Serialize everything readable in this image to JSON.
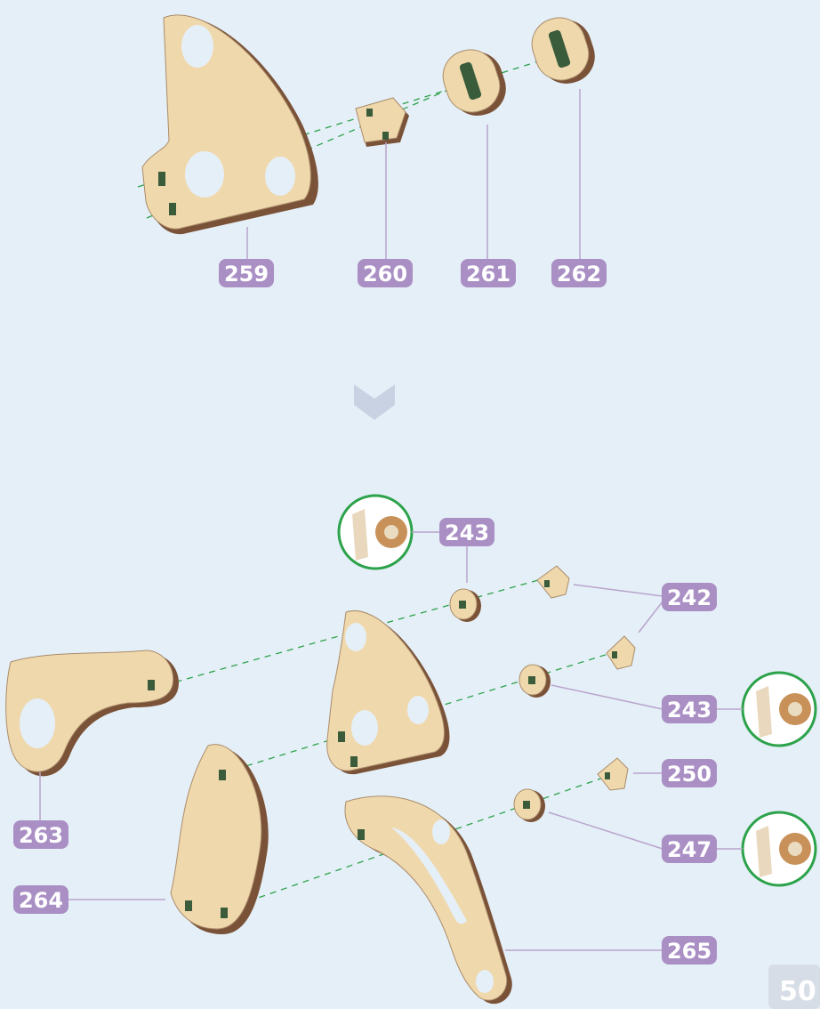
{
  "step_1": {
    "labels": [
      "259",
      "260",
      "261",
      "262"
    ]
  },
  "step_2": {
    "labels": [
      "243",
      "242",
      "243",
      "250",
      "247",
      "265",
      "263",
      "264"
    ]
  },
  "colors": {
    "background": "#e5eff7",
    "wood": "#f0d8ad",
    "wood_edge": "#7a5238",
    "guide_line": "#2ca24b",
    "label_badge": "#a98fc4",
    "leader_line": "#b9a4cc",
    "detail_ring": "#2ca24b"
  },
  "icons": {
    "next_step": "chevron-down-icon"
  },
  "page_number": "50"
}
